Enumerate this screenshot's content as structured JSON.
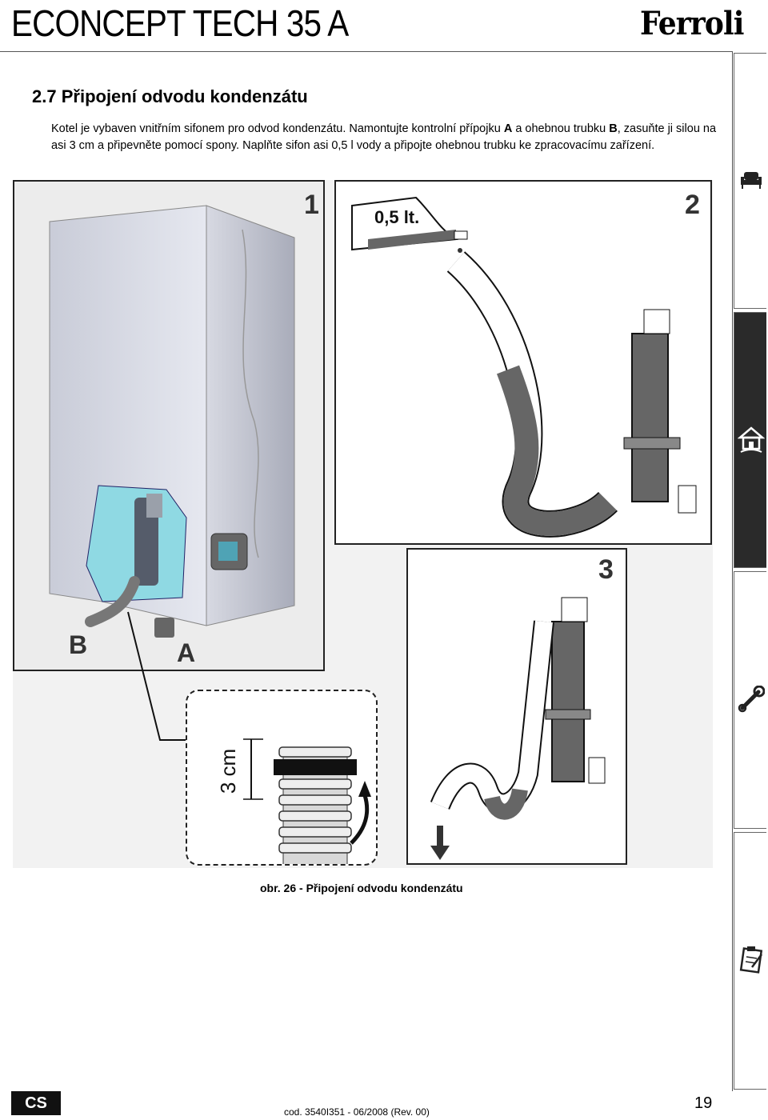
{
  "header": {
    "title": "ECONCEPT TECH 35 A",
    "brand": "Ferroli"
  },
  "section": {
    "number": "2.7",
    "title": "Připojení  odvodu kondenzátu"
  },
  "paragraph": {
    "t1": "Kotel je vybaven vnitřním sifonem pro odvod kondenzátu. Namontujte kontrolní přípojku ",
    "a": "A",
    "t2": " a ohebnou trubku ",
    "b": "B",
    "t3": ", zasuňte ji silou  na asi 3 cm a připevněte pomocí spony. Naplňte  sifon asi 0,5 l vody a připojte ohebnou trubku  ke zpracovacímu zařízení."
  },
  "figure": {
    "panel1_number": "1",
    "panel2_number": "2",
    "panel3_number": "3",
    "bottle_label": "0,5 lt.",
    "label_b": "B",
    "label_a": "A",
    "measure_label": "3 cm",
    "caption": "obr. 26 - Připojení odvodu kondenzátu"
  },
  "footer": {
    "language": "CS",
    "code": "cod. 3540I351  -  06/2008  (Rev. 00)",
    "page": "19"
  },
  "side_tabs": [
    {
      "icon": "sofa-icon"
    },
    {
      "icon": "house-icon"
    },
    {
      "icon": "wrench-icon"
    },
    {
      "icon": "clipboard-icon"
    }
  ]
}
